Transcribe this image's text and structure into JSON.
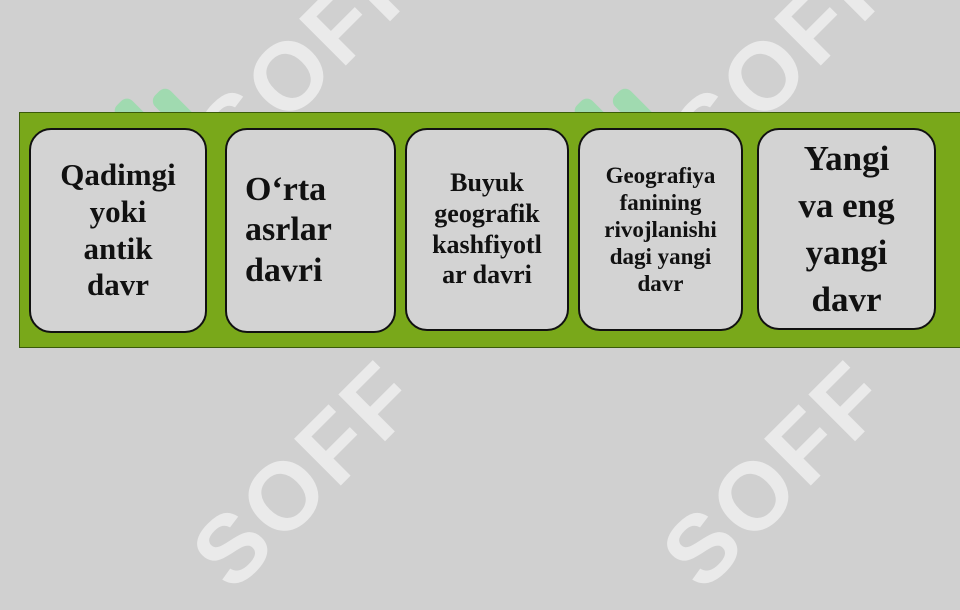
{
  "watermark": {
    "text": "SOFF"
  },
  "periods": [
    {
      "label": "Qadimgi\nyoki\nantik\ndavr"
    },
    {
      "label": "O‘rta\nasrlar\ndavri"
    },
    {
      "label": "Buyuk\ngeografik\nkashfiyotl\nar davri"
    },
    {
      "label": "Geografiya\nfanining\nrivojlanishi\ndagi yangi\ndavr"
    },
    {
      "label": "Yangi\nva eng\nyangi\ndavr"
    }
  ],
  "colors": {
    "band": "#79a81a",
    "box": "#d3d3d3",
    "background": "#d0d0d0"
  }
}
